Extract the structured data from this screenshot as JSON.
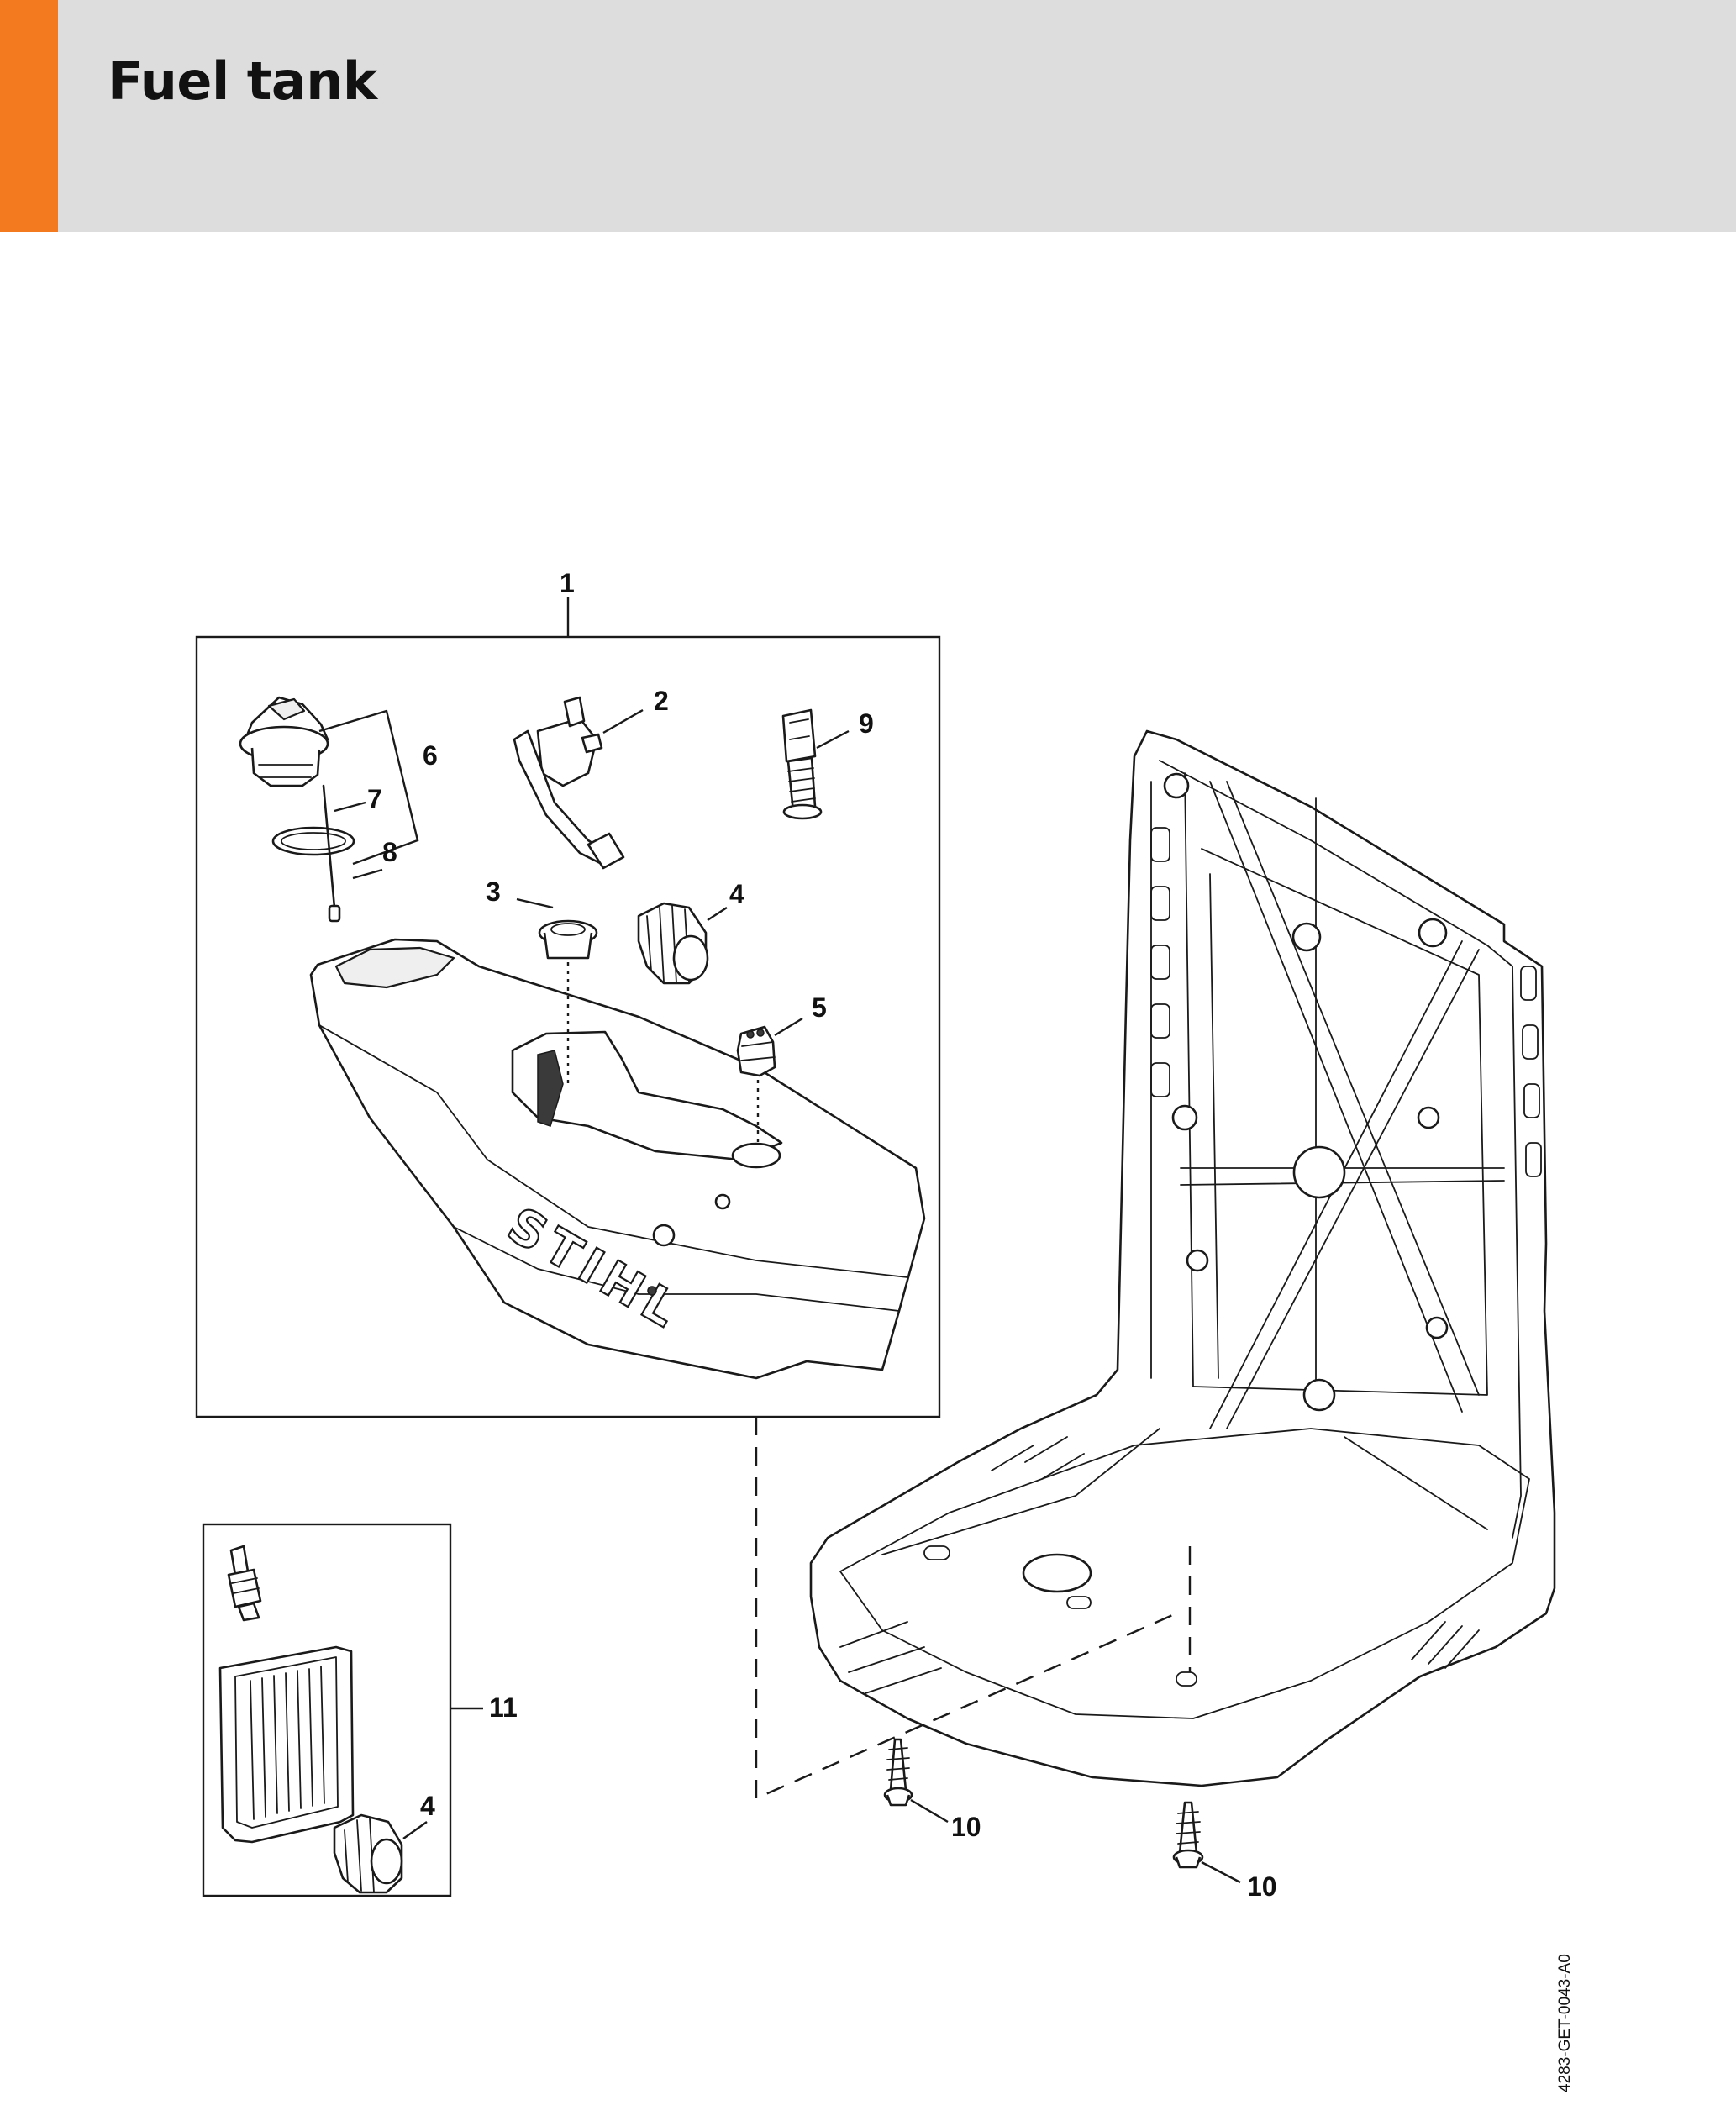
{
  "header": {
    "title": "Fuel tank",
    "accent_color": "#f37a1f",
    "background_color": "#dcdddc"
  },
  "callouts": [
    {
      "id": "c1",
      "label": "1"
    },
    {
      "id": "c2",
      "label": "2"
    },
    {
      "id": "c3",
      "label": "3"
    },
    {
      "id": "c4a",
      "label": "4"
    },
    {
      "id": "c5",
      "label": "5"
    },
    {
      "id": "c6",
      "label": "6"
    },
    {
      "id": "c7",
      "label": "7"
    },
    {
      "id": "c8",
      "label": "8"
    },
    {
      "id": "c9",
      "label": "9"
    },
    {
      "id": "c10a",
      "label": "10"
    },
    {
      "id": "c10b",
      "label": "10"
    },
    {
      "id": "c11",
      "label": "11"
    },
    {
      "id": "c4b",
      "label": "4"
    }
  ],
  "tank_brand_text": "STIHL",
  "document_number": "4283-GET-0043-A0"
}
